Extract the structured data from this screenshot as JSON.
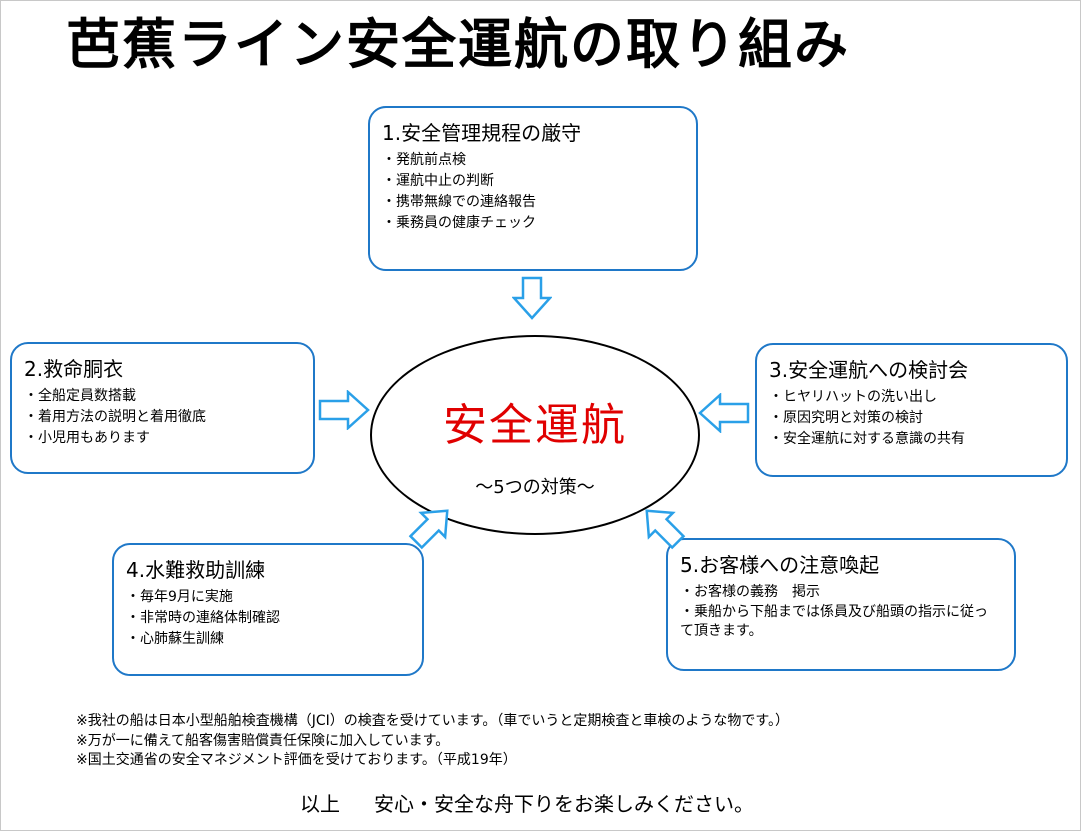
{
  "title": "芭蕉ライン安全運航の取り組み",
  "center": {
    "title": "安全運航",
    "subtitle": "～5つの対策～"
  },
  "boxes": [
    {
      "heading": "1.安全管理規程の厳守",
      "items": [
        "・発航前点検",
        "・運航中止の判断",
        "・携帯無線での連絡報告",
        "・乗務員の健康チェック"
      ]
    },
    {
      "heading": "2.救命胴衣",
      "items": [
        "・全船定員数搭載",
        "・着用方法の説明と着用徹底",
        "・小児用もあります"
      ]
    },
    {
      "heading": "3.安全運航への検討会",
      "items": [
        "・ヒヤリハットの洗い出し",
        "・原因究明と対策の検討",
        "・安全運航に対する意識の共有"
      ]
    },
    {
      "heading": "4.水難救助訓練",
      "items": [
        "・毎年9月に実施",
        "・非常時の連絡体制確認",
        "・心肺蘇生訓練"
      ]
    },
    {
      "heading": "5.お客様への注意喚起",
      "items": [
        "・お客様の義務　掲示",
        "・乗船から下船までは係員及び船頭の指示に従って頂きます。"
      ]
    }
  ],
  "notes": [
    "※我社の船は日本小型船舶検査機構（JCI）の検査を受けています。（車でいうと定期検査と車検のような物です。）",
    "※万が一に備えて船客傷害賠償責任保険に加入しています。",
    "※国土交通省の安全マネジメント評価を受けております。（平成19年）"
  ],
  "closing": {
    "label": "以上",
    "message": "安心・安全な舟下りをお楽しみください。"
  },
  "colors": {
    "box_border": "#1f78c8",
    "arrow_stroke": "#2aa0e8",
    "center_title": "#e00000"
  }
}
